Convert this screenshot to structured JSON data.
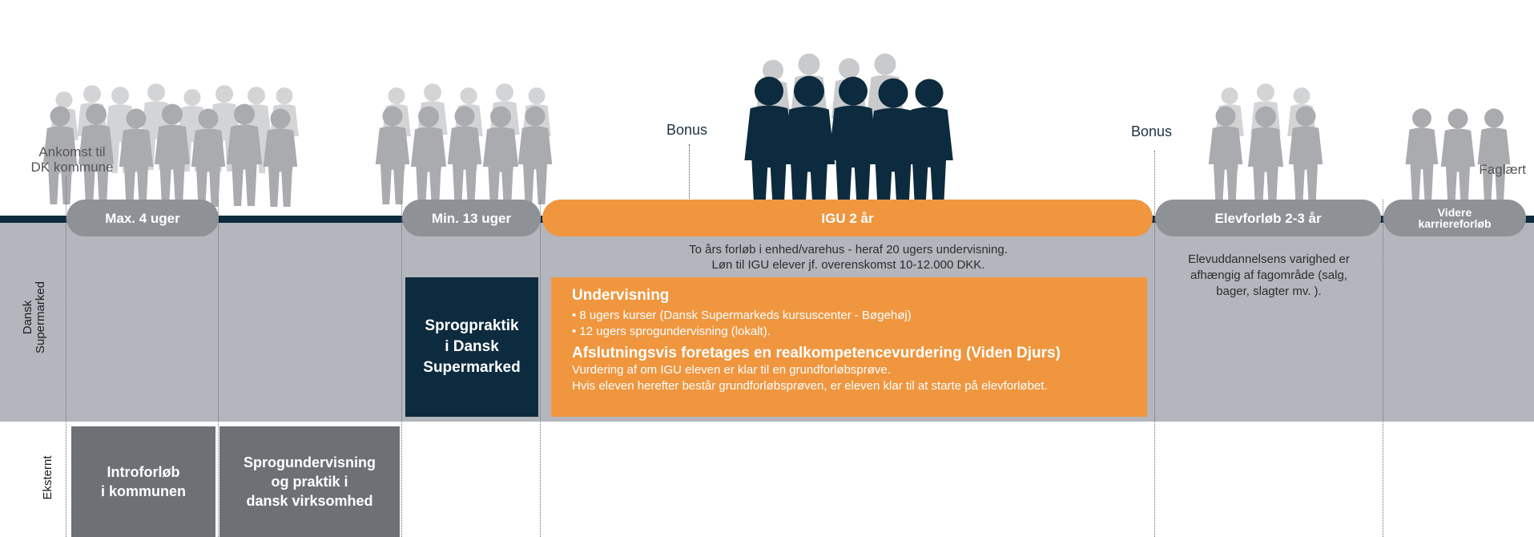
{
  "timeline": {
    "arrival": "Ankomst til\nDK kommune",
    "qualified": "Faglært",
    "bonus_1": "Bonus",
    "bonus_2": "Bonus",
    "phases": [
      {
        "label": "Max. 4 uger",
        "color": "gray"
      },
      {
        "label": "Min. 13 uger",
        "color": "gray"
      },
      {
        "label": "IGU 2 år",
        "color": "orange"
      },
      {
        "label": "Elevforløb 2-3 år",
        "color": "gray"
      },
      {
        "label": "Videre\nkarriereforløb",
        "color": "gray"
      }
    ]
  },
  "rows": {
    "internal": "Dansk\nSupermarked",
    "external": "Eksternt"
  },
  "igu_summary": {
    "line1": "To års forløb i enhed/varehus - heraf 20 ugers undervisning.",
    "line2": "Løn til IGU elever jf. overenskomst 10-12.000 DKK."
  },
  "internal_box": "Sprogpraktik\ni Dansk\nSupermarked",
  "igu_panel": {
    "heading_1": "Undervisning",
    "bullets": [
      "8 ugers kurser (Dansk Supermarkeds kursuscenter - Bøgehøj)",
      "12 ugers sprogundervisning (lokalt)."
    ],
    "heading_2": "Afslutningsvis foretages en realkompetencevurdering (Viden Djurs)",
    "lines": [
      "Vurdering af om IGU eleven er klar til en grundforløbsprøve.",
      "Hvis eleven herefter består grundforløbsprøven, er eleven klar til at starte på elevforløbet."
    ]
  },
  "apprentice_note": "Elevuddannelsens varighed er\nafhængig af fagområde (salg,\nbager, slagter mv. ).",
  "external_boxes": [
    "Introforløb\ni kommunen",
    "Sprogundervisning\nog praktik i\ndansk virksomhed"
  ],
  "colors": {
    "navy": "#0d2b3e",
    "orange": "#ef963f",
    "gray_pill": "#8e9196",
    "band": "#b3b6bc",
    "silhouette_light": "#c9cacc",
    "silhouette_mid": "#a8aaad"
  }
}
